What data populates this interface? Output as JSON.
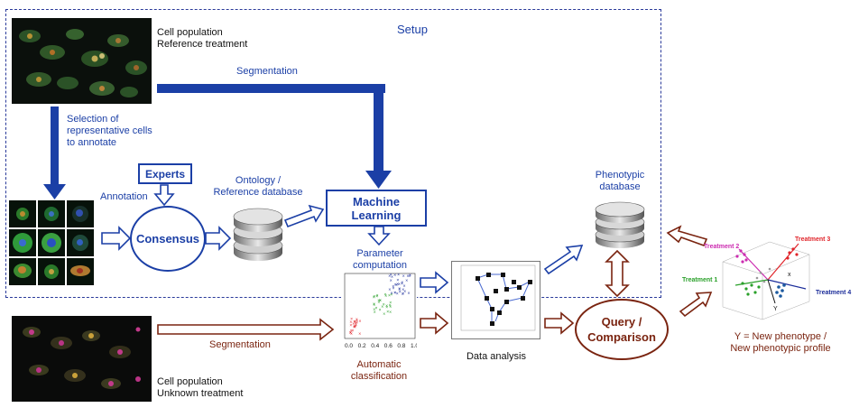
{
  "setup_label": "Setup",
  "top_image": {
    "line1": "Cell population",
    "line2": "Reference treatment"
  },
  "bottom_image": {
    "line1": "Cell population",
    "line2": "Unknown treatment"
  },
  "segmentation_top": "Segmentation",
  "segmentation_bottom": "Segmentation",
  "selection": {
    "line1": "Selection of",
    "line2": "representative cells",
    "line3": "to annotate"
  },
  "experts": "Experts",
  "annotation": "Annotation",
  "consensus": "Consensus",
  "ontology": {
    "line1": "Ontology /",
    "line2": "Reference database"
  },
  "machine_learning": {
    "line1": "Machine",
    "line2": "Learning"
  },
  "parameter": {
    "line1": "Parameter",
    "line2": "computation"
  },
  "automatic": {
    "line1": "Automatic",
    "line2": "classification"
  },
  "data_analysis": "Data analysis",
  "phenotypic_db": {
    "line1": "Phenotypic",
    "line2": "database"
  },
  "query": {
    "line1": "Query /",
    "line2": "Comparison"
  },
  "result": {
    "line1": "Y = New phenotype /",
    "line2": "New phenotypic profile"
  },
  "treatments": {
    "t1": "Treatment 1",
    "t2": "Treatment 2",
    "t3": "Treatment 3",
    "t4": "Treatment 4"
  },
  "colors": {
    "blue": "#1b3fa6",
    "brown": "#7a2410",
    "red": "#e0242a",
    "green": "#2aa02a",
    "magenta": "#cc2bb0",
    "navy": "#1c2d9a"
  },
  "scatter_ticks": [
    "0.0",
    "0.2",
    "0.4",
    "0.6",
    "0.8",
    "1.0"
  ]
}
